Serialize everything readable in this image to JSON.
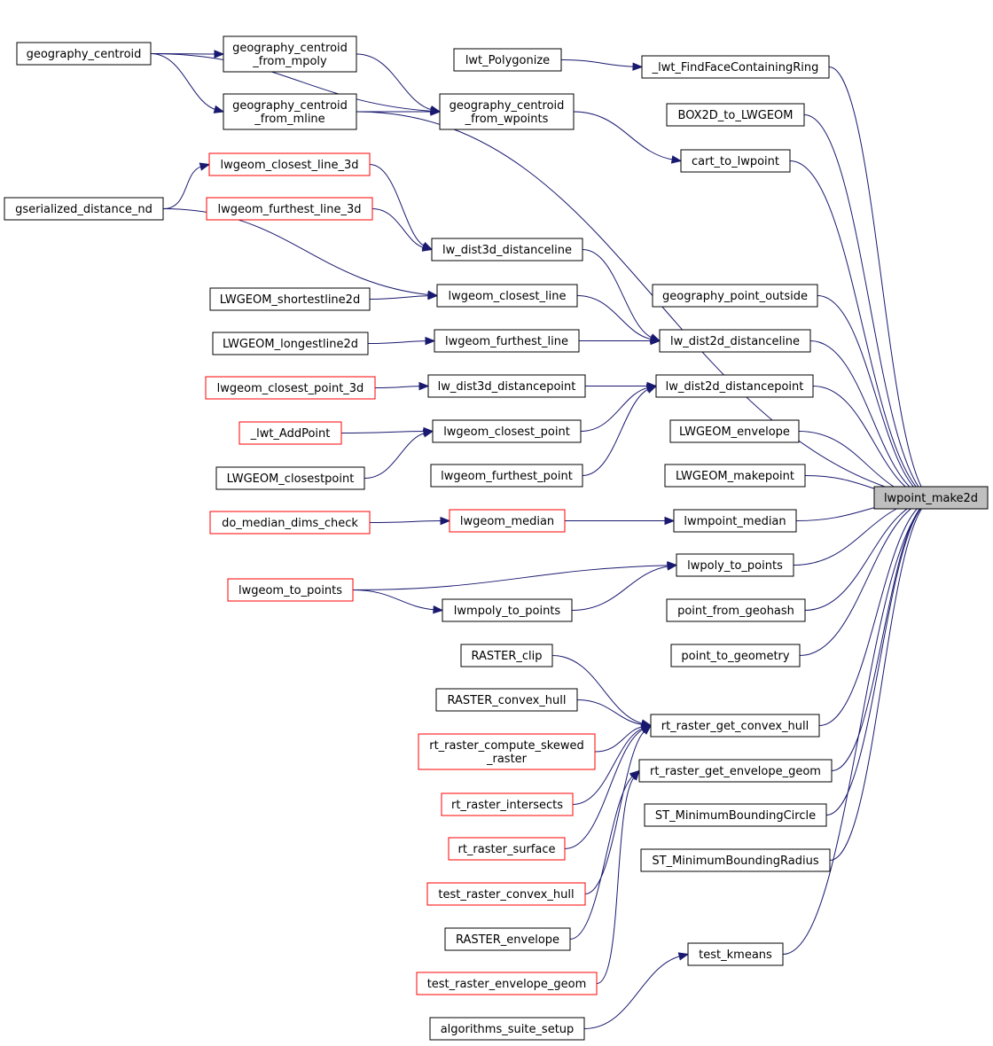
{
  "graph": {
    "target": "lwpoint_make2d",
    "edge_color": "#191970",
    "highlight_color": "#ff0000",
    "target_fill": "#bfbfbf",
    "nodes": {
      "geography_centroid": {
        "lines": [
          "geography_centroid"
        ]
      },
      "geography_centroid_from_mpoly": {
        "lines": [
          "geography_centroid",
          "_from_mpoly"
        ]
      },
      "geography_centroid_from_mline": {
        "lines": [
          "geography_centroid",
          "_from_mline"
        ]
      },
      "geography_centroid_from_wpoints": {
        "lines": [
          "geography_centroid",
          "_from_wpoints"
        ]
      },
      "lwt_Polygonize": {
        "lines": [
          "lwt_Polygonize"
        ]
      },
      "_lwt_FindFaceContainingRing": {
        "lines": [
          "_lwt_FindFaceContainingRing"
        ]
      },
      "BOX2D_to_LWGEOM": {
        "lines": [
          "BOX2D_to_LWGEOM"
        ]
      },
      "cart_to_lwpoint": {
        "lines": [
          "cart_to_lwpoint"
        ]
      },
      "lwgeom_closest_line_3d": {
        "lines": [
          "lwgeom_closest_line_3d"
        ],
        "highlight": true
      },
      "gserialized_distance_nd": {
        "lines": [
          "gserialized_distance_nd"
        ]
      },
      "lwgeom_furthest_line_3d": {
        "lines": [
          "lwgeom_furthest_line_3d"
        ],
        "highlight": true
      },
      "lw_dist3d_distanceline": {
        "lines": [
          "lw_dist3d_distanceline"
        ]
      },
      "LWGEOM_shortestline2d": {
        "lines": [
          "LWGEOM_shortestline2d"
        ]
      },
      "lwgeom_closest_line": {
        "lines": [
          "lwgeom_closest_line"
        ]
      },
      "geography_point_outside": {
        "lines": [
          "geography_point_outside"
        ]
      },
      "LWGEOM_longestline2d": {
        "lines": [
          "LWGEOM_longestline2d"
        ]
      },
      "lwgeom_furthest_line": {
        "lines": [
          "lwgeom_furthest_line"
        ]
      },
      "lw_dist2d_distanceline": {
        "lines": [
          "lw_dist2d_distanceline"
        ]
      },
      "lwgeom_closest_point_3d": {
        "lines": [
          "lwgeom_closest_point_3d"
        ],
        "highlight": true
      },
      "lw_dist3d_distancepoint": {
        "lines": [
          "lw_dist3d_distancepoint"
        ]
      },
      "lw_dist2d_distancepoint": {
        "lines": [
          "lw_dist2d_distancepoint"
        ]
      },
      "_lwt_AddPoint": {
        "lines": [
          "_lwt_AddPoint"
        ],
        "highlight": true
      },
      "lwgeom_closest_point": {
        "lines": [
          "lwgeom_closest_point"
        ]
      },
      "LWGEOM_envelope": {
        "lines": [
          "LWGEOM_envelope"
        ]
      },
      "LWGEOM_closestpoint": {
        "lines": [
          "LWGEOM_closestpoint"
        ]
      },
      "lwgeom_furthest_point": {
        "lines": [
          "lwgeom_furthest_point"
        ]
      },
      "LWGEOM_makepoint": {
        "lines": [
          "LWGEOM_makepoint"
        ]
      },
      "lwpoint_make2d": {
        "lines": [
          "lwpoint_make2d"
        ],
        "target": true
      },
      "do_median_dims_check": {
        "lines": [
          "do_median_dims_check"
        ],
        "highlight": true
      },
      "lwgeom_median": {
        "lines": [
          "lwgeom_median"
        ],
        "highlight": true
      },
      "lwmpoint_median": {
        "lines": [
          "lwmpoint_median"
        ]
      },
      "lwpoly_to_points": {
        "lines": [
          "lwpoly_to_points"
        ]
      },
      "lwgeom_to_points": {
        "lines": [
          "lwgeom_to_points"
        ],
        "highlight": true
      },
      "lwmpoly_to_points": {
        "lines": [
          "lwmpoly_to_points"
        ]
      },
      "point_from_geohash": {
        "lines": [
          "point_from_geohash"
        ]
      },
      "RASTER_clip": {
        "lines": [
          "RASTER_clip"
        ]
      },
      "point_to_geometry": {
        "lines": [
          "point_to_geometry"
        ]
      },
      "RASTER_convex_hull": {
        "lines": [
          "RASTER_convex_hull"
        ]
      },
      "rt_raster_get_convex_hull": {
        "lines": [
          "rt_raster_get_convex_hull"
        ]
      },
      "rt_raster_compute_skewed_raster": {
        "lines": [
          "rt_raster_compute_skewed",
          "_raster"
        ],
        "highlight": true
      },
      "rt_raster_get_envelope_geom": {
        "lines": [
          "rt_raster_get_envelope_geom"
        ]
      },
      "rt_raster_intersects": {
        "lines": [
          "rt_raster_intersects"
        ],
        "highlight": true
      },
      "ST_MinimumBoundingCircle": {
        "lines": [
          "ST_MinimumBoundingCircle"
        ]
      },
      "rt_raster_surface": {
        "lines": [
          "rt_raster_surface"
        ],
        "highlight": true
      },
      "ST_MinimumBoundingRadius": {
        "lines": [
          "ST_MinimumBoundingRadius"
        ]
      },
      "test_raster_convex_hull": {
        "lines": [
          "test_raster_convex_hull"
        ],
        "highlight": true
      },
      "RASTER_envelope": {
        "lines": [
          "RASTER_envelope"
        ]
      },
      "test_kmeans": {
        "lines": [
          "test_kmeans"
        ]
      },
      "test_raster_envelope_geom": {
        "lines": [
          "test_raster_envelope_geom"
        ],
        "highlight": true
      },
      "algorithms_suite_setup": {
        "lines": [
          "algorithms_suite_setup"
        ]
      }
    },
    "edges": [
      [
        "geography_centroid",
        "geography_centroid_from_mpoly"
      ],
      [
        "geography_centroid",
        "geography_centroid_from_mline"
      ],
      [
        "geography_centroid",
        "geography_centroid_from_wpoints"
      ],
      [
        "geography_centroid_from_mpoly",
        "geography_centroid_from_wpoints"
      ],
      [
        "geography_centroid_from_mline",
        "geography_centroid_from_wpoints"
      ],
      [
        "geography_centroid_from_mline",
        "lwpoint_make2d"
      ],
      [
        "geography_centroid_from_wpoints",
        "cart_to_lwpoint"
      ],
      [
        "lwt_Polygonize",
        "_lwt_FindFaceContainingRing"
      ],
      [
        "_lwt_FindFaceContainingRing",
        "lwpoint_make2d"
      ],
      [
        "BOX2D_to_LWGEOM",
        "lwpoint_make2d"
      ],
      [
        "cart_to_lwpoint",
        "lwpoint_make2d"
      ],
      [
        "gserialized_distance_nd",
        "lwgeom_closest_line_3d"
      ],
      [
        "gserialized_distance_nd",
        "lwgeom_closest_line"
      ],
      [
        "lwgeom_closest_line_3d",
        "lw_dist3d_distanceline"
      ],
      [
        "lwgeom_furthest_line_3d",
        "lw_dist3d_distanceline"
      ],
      [
        "lw_dist3d_distanceline",
        "lw_dist2d_distanceline"
      ],
      [
        "LWGEOM_shortestline2d",
        "lwgeom_closest_line"
      ],
      [
        "lwgeom_closest_line",
        "lw_dist2d_distanceline"
      ],
      [
        "LWGEOM_longestline2d",
        "lwgeom_furthest_line"
      ],
      [
        "lwgeom_furthest_line",
        "lw_dist2d_distanceline"
      ],
      [
        "geography_point_outside",
        "lwpoint_make2d"
      ],
      [
        "lw_dist2d_distanceline",
        "lwpoint_make2d"
      ],
      [
        "lwgeom_closest_point_3d",
        "lw_dist3d_distancepoint"
      ],
      [
        "lw_dist3d_distancepoint",
        "lw_dist2d_distancepoint"
      ],
      [
        "_lwt_AddPoint",
        "lwgeom_closest_point"
      ],
      [
        "LWGEOM_closestpoint",
        "lwgeom_closest_point"
      ],
      [
        "lwgeom_closest_point",
        "lw_dist2d_distancepoint"
      ],
      [
        "lwgeom_furthest_point",
        "lw_dist2d_distancepoint"
      ],
      [
        "lw_dist2d_distancepoint",
        "lwpoint_make2d"
      ],
      [
        "LWGEOM_envelope",
        "lwpoint_make2d"
      ],
      [
        "LWGEOM_makepoint",
        "lwpoint_make2d"
      ],
      [
        "do_median_dims_check",
        "lwgeom_median"
      ],
      [
        "lwgeom_median",
        "lwmpoint_median"
      ],
      [
        "lwmpoint_median",
        "lwpoint_make2d"
      ],
      [
        "lwgeom_to_points",
        "lwpoly_to_points"
      ],
      [
        "lwgeom_to_points",
        "lwmpoly_to_points"
      ],
      [
        "lwmpoly_to_points",
        "lwpoly_to_points"
      ],
      [
        "lwpoly_to_points",
        "lwpoint_make2d"
      ],
      [
        "point_from_geohash",
        "lwpoint_make2d"
      ],
      [
        "point_to_geometry",
        "lwpoint_make2d"
      ],
      [
        "RASTER_clip",
        "rt_raster_get_convex_hull"
      ],
      [
        "RASTER_convex_hull",
        "rt_raster_get_convex_hull"
      ],
      [
        "rt_raster_compute_skewed_raster",
        "rt_raster_get_convex_hull"
      ],
      [
        "rt_raster_intersects",
        "rt_raster_get_convex_hull"
      ],
      [
        "rt_raster_surface",
        "rt_raster_get_convex_hull"
      ],
      [
        "test_raster_convex_hull",
        "rt_raster_get_convex_hull"
      ],
      [
        "RASTER_envelope",
        "rt_raster_get_envelope_geom"
      ],
      [
        "test_raster_envelope_geom",
        "rt_raster_get_envelope_geom"
      ],
      [
        "rt_raster_get_convex_hull",
        "lwpoint_make2d"
      ],
      [
        "rt_raster_get_envelope_geom",
        "lwpoint_make2d"
      ],
      [
        "ST_MinimumBoundingCircle",
        "lwpoint_make2d"
      ],
      [
        "ST_MinimumBoundingRadius",
        "lwpoint_make2d"
      ],
      [
        "algorithms_suite_setup",
        "test_kmeans"
      ],
      [
        "test_kmeans",
        "lwpoint_make2d"
      ]
    ]
  }
}
